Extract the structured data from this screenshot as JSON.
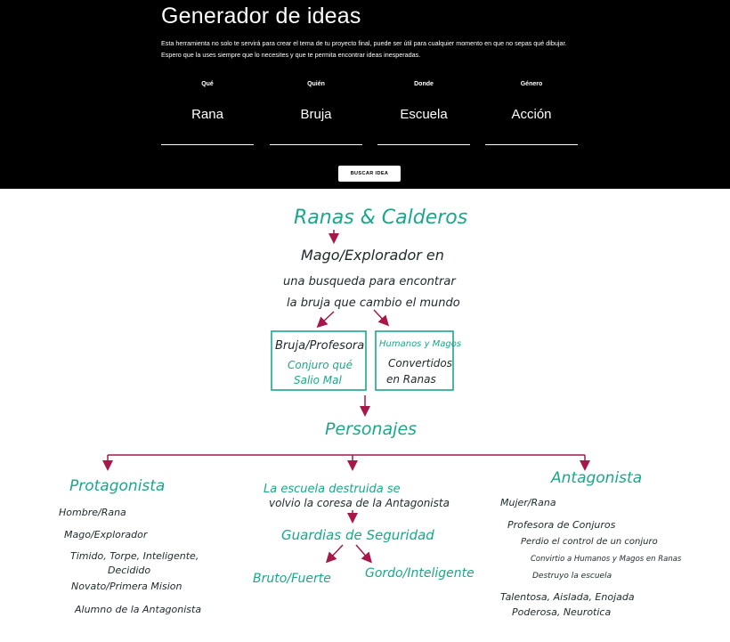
{
  "header": {
    "title": "Generador de ideas",
    "description": "Esta herramienta no solo te servirá para crear el tema de tu proyecto final, puede ser útil para cualquier momento en que no sepas qué dibujar. Espero que la uses siempre que lo necesites y que te permita encontrar ideas inesperadas."
  },
  "fields": [
    {
      "label": "Qué",
      "value": "Rana"
    },
    {
      "label": "Quién",
      "value": "Bruja"
    },
    {
      "label": "Donde",
      "value": "Escuela"
    },
    {
      "label": "Género",
      "value": "Acción"
    }
  ],
  "search_button": {
    "label": "BUSCAR IDEA"
  },
  "sketch": {
    "title": "Ranas & Calderos",
    "premise": [
      "Mago/Explorador en",
      "una busqueda para encontrar",
      "la bruja que cambio el mundo"
    ],
    "box_left": {
      "heading": "Bruja/Profesora",
      "lines": [
        "Conjuro qué",
        "Salio Mal"
      ]
    },
    "box_right": {
      "heading": "Humanos y Magos",
      "lines": [
        "Convertidos",
        "en Ranas"
      ]
    },
    "characters": "Personajes",
    "protagonist": {
      "heading": "Protagonista",
      "items": [
        "Hombre/Rana",
        "Mago/Explorador",
        "Timido, Torpe, Inteligente,",
        "Decidido",
        "Novato/Primera Mision",
        "Alumno de la Antagonista"
      ]
    },
    "middle": {
      "lines": [
        "La escuela destruida se",
        "volvio la coresa de la Antagonista"
      ],
      "guards": "Guardias de Seguridad",
      "left": "Bruto/Fuerte",
      "right": "Gordo/Inteligente"
    },
    "antagonist": {
      "heading": "Antagonista",
      "items": [
        "Mujer/Rana",
        "Profesora de Conjuros",
        "Perdio el control de un conjuro",
        "Convirtio a Humanos y Magos en Ranas",
        "Destruyo la escuela",
        "Talentosa, Aislada, Enojada",
        "Poderosa, Neurotica"
      ]
    },
    "colors": {
      "green": "#1aa78a",
      "dark": "#1e2a2a",
      "arrow": "#a8174a"
    }
  }
}
